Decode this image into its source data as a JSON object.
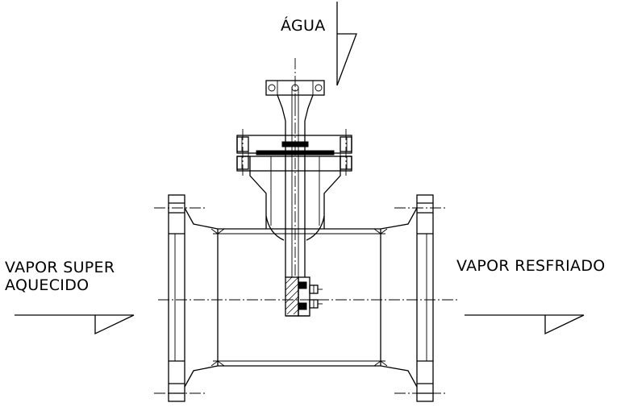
{
  "labels": {
    "water": "ÁGUA",
    "inlet_line1": "VAPOR SUPER",
    "inlet_line2": "AQUECIDO",
    "outlet": "VAPOR RESFRIADO"
  }
}
